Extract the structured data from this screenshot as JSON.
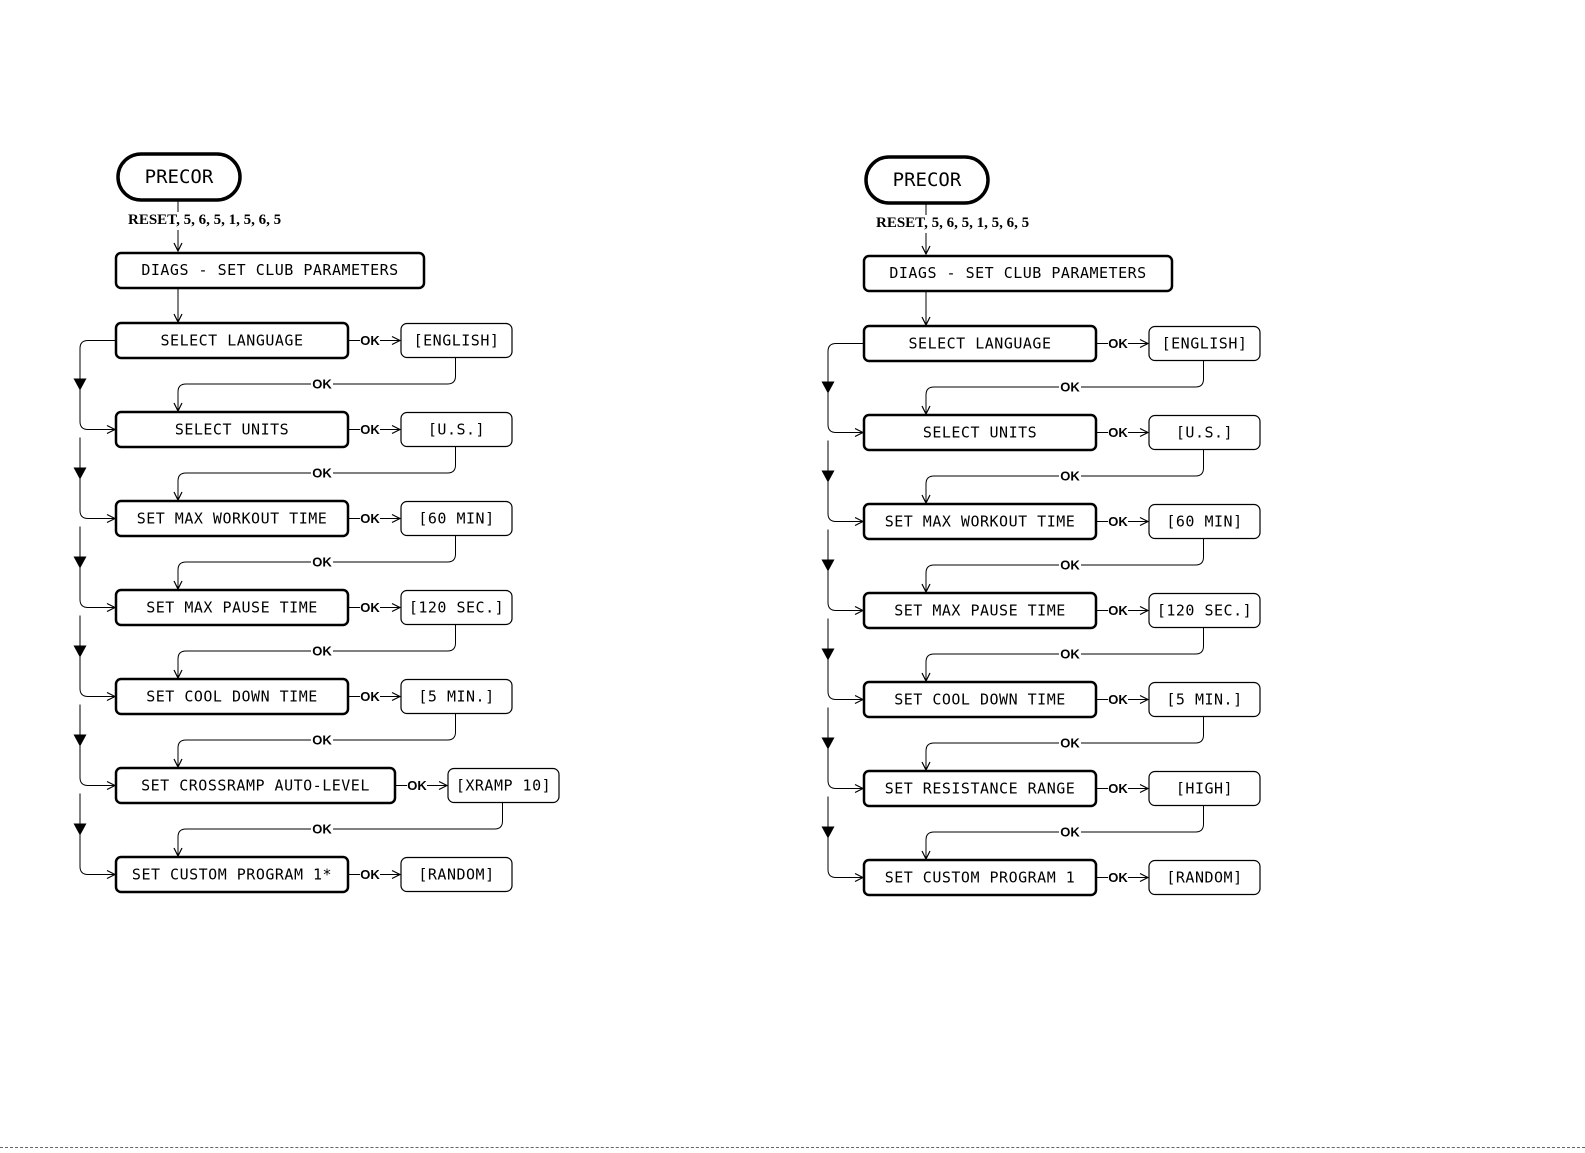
{
  "diagrams": [
    {
      "start": "PRECOR",
      "sequence": "RESET, 5, 6, 5, 1, 5, 6, 5",
      "header": "DIAGS - SET CLUB PARAMETERS",
      "ok_label": "OK",
      "steps": [
        {
          "label": "SELECT LANGUAGE",
          "value": "[ENGLISH]"
        },
        {
          "label": "SELECT UNITS",
          "value": "[U.S.]"
        },
        {
          "label": "SET MAX WORKOUT TIME",
          "value": "[60 MIN]"
        },
        {
          "label": "SET MAX PAUSE TIME",
          "value": "[120 SEC.]"
        },
        {
          "label": "SET COOL DOWN TIME",
          "value": "[5 MIN.]"
        },
        {
          "label": "SET CROSSRAMP AUTO-LEVEL",
          "value": "[XRAMP 10]"
        },
        {
          "label": "SET CUSTOM PROGRAM 1*",
          "value": "[RANDOM]"
        }
      ]
    },
    {
      "start": "PRECOR",
      "sequence": "RESET, 5, 6, 5, 1, 5, 6, 5",
      "header": "DIAGS - SET CLUB PARAMETERS",
      "ok_label": "OK",
      "steps": [
        {
          "label": "SELECT LANGUAGE",
          "value": "[ENGLISH]"
        },
        {
          "label": "SELECT UNITS",
          "value": "[U.S.]"
        },
        {
          "label": "SET MAX WORKOUT TIME",
          "value": "[60 MIN]"
        },
        {
          "label": "SET MAX PAUSE TIME",
          "value": "[120 SEC.]"
        },
        {
          "label": "SET COOL DOWN TIME",
          "value": "[5 MIN.]"
        },
        {
          "label": "SET RESISTANCE RANGE",
          "value": "[HIGH]"
        },
        {
          "label": "SET CUSTOM PROGRAM 1",
          "value": "[RANDOM]"
        }
      ]
    }
  ],
  "colors": {
    "stroke": "#000000",
    "background": "#ffffff"
  }
}
